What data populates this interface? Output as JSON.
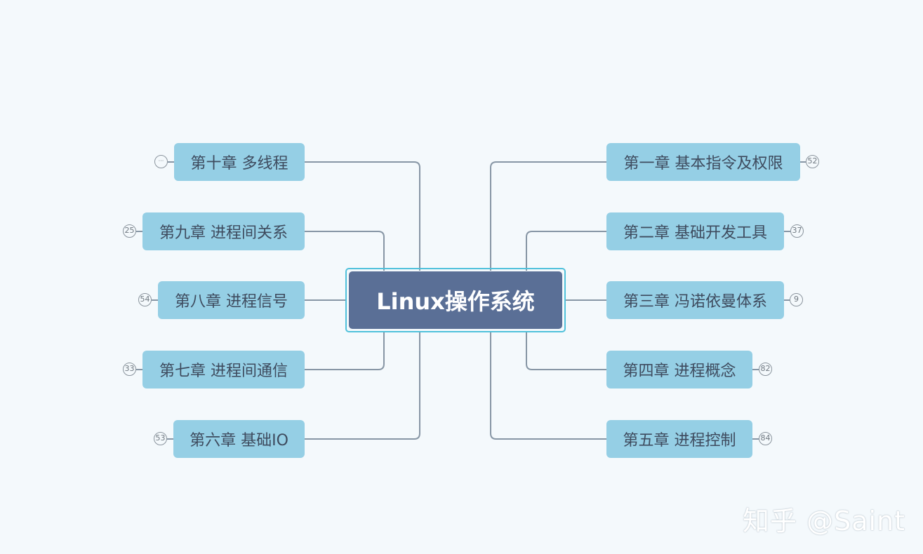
{
  "root": {
    "label": "Linux操作系统"
  },
  "branches": [
    {
      "id": "ch1",
      "label": "第一章 基本指令及权限",
      "badge": "52"
    },
    {
      "id": "ch2",
      "label": "第二章 基础开发工具",
      "badge": "37"
    },
    {
      "id": "ch3",
      "label": "第三章 冯诺依曼体系",
      "badge": "9"
    },
    {
      "id": "ch4",
      "label": "第四章 进程概念",
      "badge": "82"
    },
    {
      "id": "ch5",
      "label": "第五章 进程控制",
      "badge": "84"
    },
    {
      "id": "ch6",
      "label": "第六章 基础IO",
      "badge": "53"
    },
    {
      "id": "ch7",
      "label": "第七章 进程间通信",
      "badge": "33"
    },
    {
      "id": "ch8",
      "label": "第八章 进程信号",
      "badge": "54"
    },
    {
      "id": "ch9",
      "label": "第九章 进程间关系",
      "badge": "25"
    },
    {
      "id": "ch10",
      "label": "第十章 多线程",
      "badge": "···"
    }
  ],
  "watermark": "知乎 @Saint",
  "colors": {
    "background": "#f4f9fc",
    "root_fill": "#5a6f96",
    "root_border": "#4fc1db",
    "node_fill": "#95cfe5",
    "connector": "#8796a5"
  }
}
